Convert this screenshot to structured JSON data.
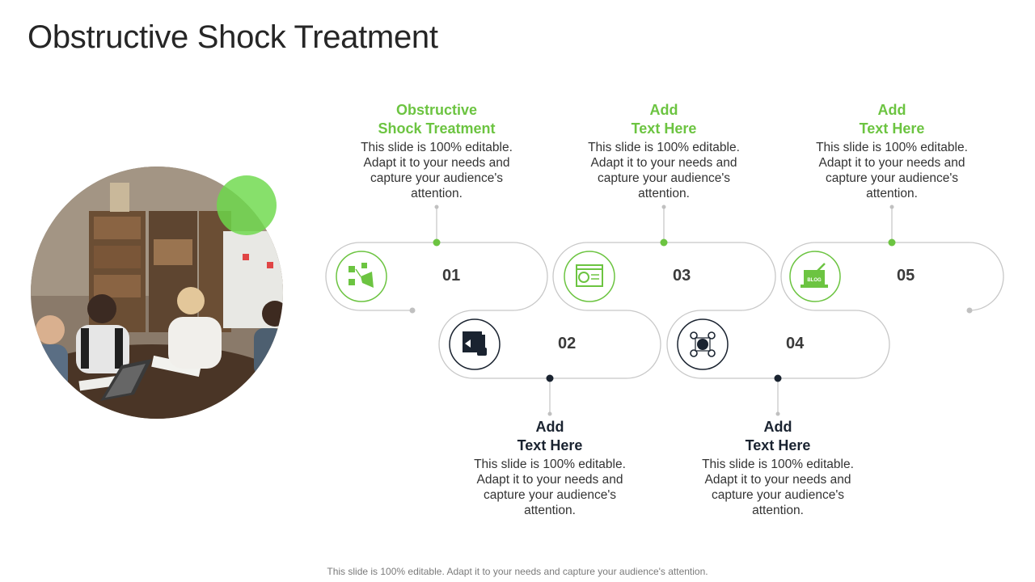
{
  "title": "Obstructive Shock Treatment",
  "footer": "This slide is 100% editable. Adapt it to your needs and capture your audience's attention.",
  "colors": {
    "accent": "#6cc441",
    "dark": "#1a2330",
    "outline": "#c8c8c8"
  },
  "steps": [
    {
      "number": "01",
      "heading_line1": "Obstructive",
      "heading_line2": "Shock Treatment",
      "body": "This slide is 100% editable. Adapt it to your needs and capture your audience's attention.",
      "icon": "marketing-megaphone-icon"
    },
    {
      "number": "02",
      "heading_line1": "Add",
      "heading_line2": "Text Here",
      "body": "This slide is 100% editable. Adapt it to your needs and capture your audience's attention.",
      "icon": "video-player-icon"
    },
    {
      "number": "03",
      "heading_line1": "Add",
      "heading_line2": "Text Here",
      "body": "This slide is 100% editable. Adapt it to your needs and capture your audience's attention.",
      "icon": "seo-webpage-icon"
    },
    {
      "number": "04",
      "heading_line1": "Add",
      "heading_line2": "Text Here",
      "body": "This slide is 100% editable. Adapt it to your needs and capture your audience's attention.",
      "icon": "network-people-icon"
    },
    {
      "number": "05",
      "heading_line1": "Add",
      "heading_line2": "Text Here",
      "body": "This slide is 100% editable. Adapt it to your needs and capture your audience's attention.",
      "icon": "blog-laptop-icon"
    }
  ]
}
